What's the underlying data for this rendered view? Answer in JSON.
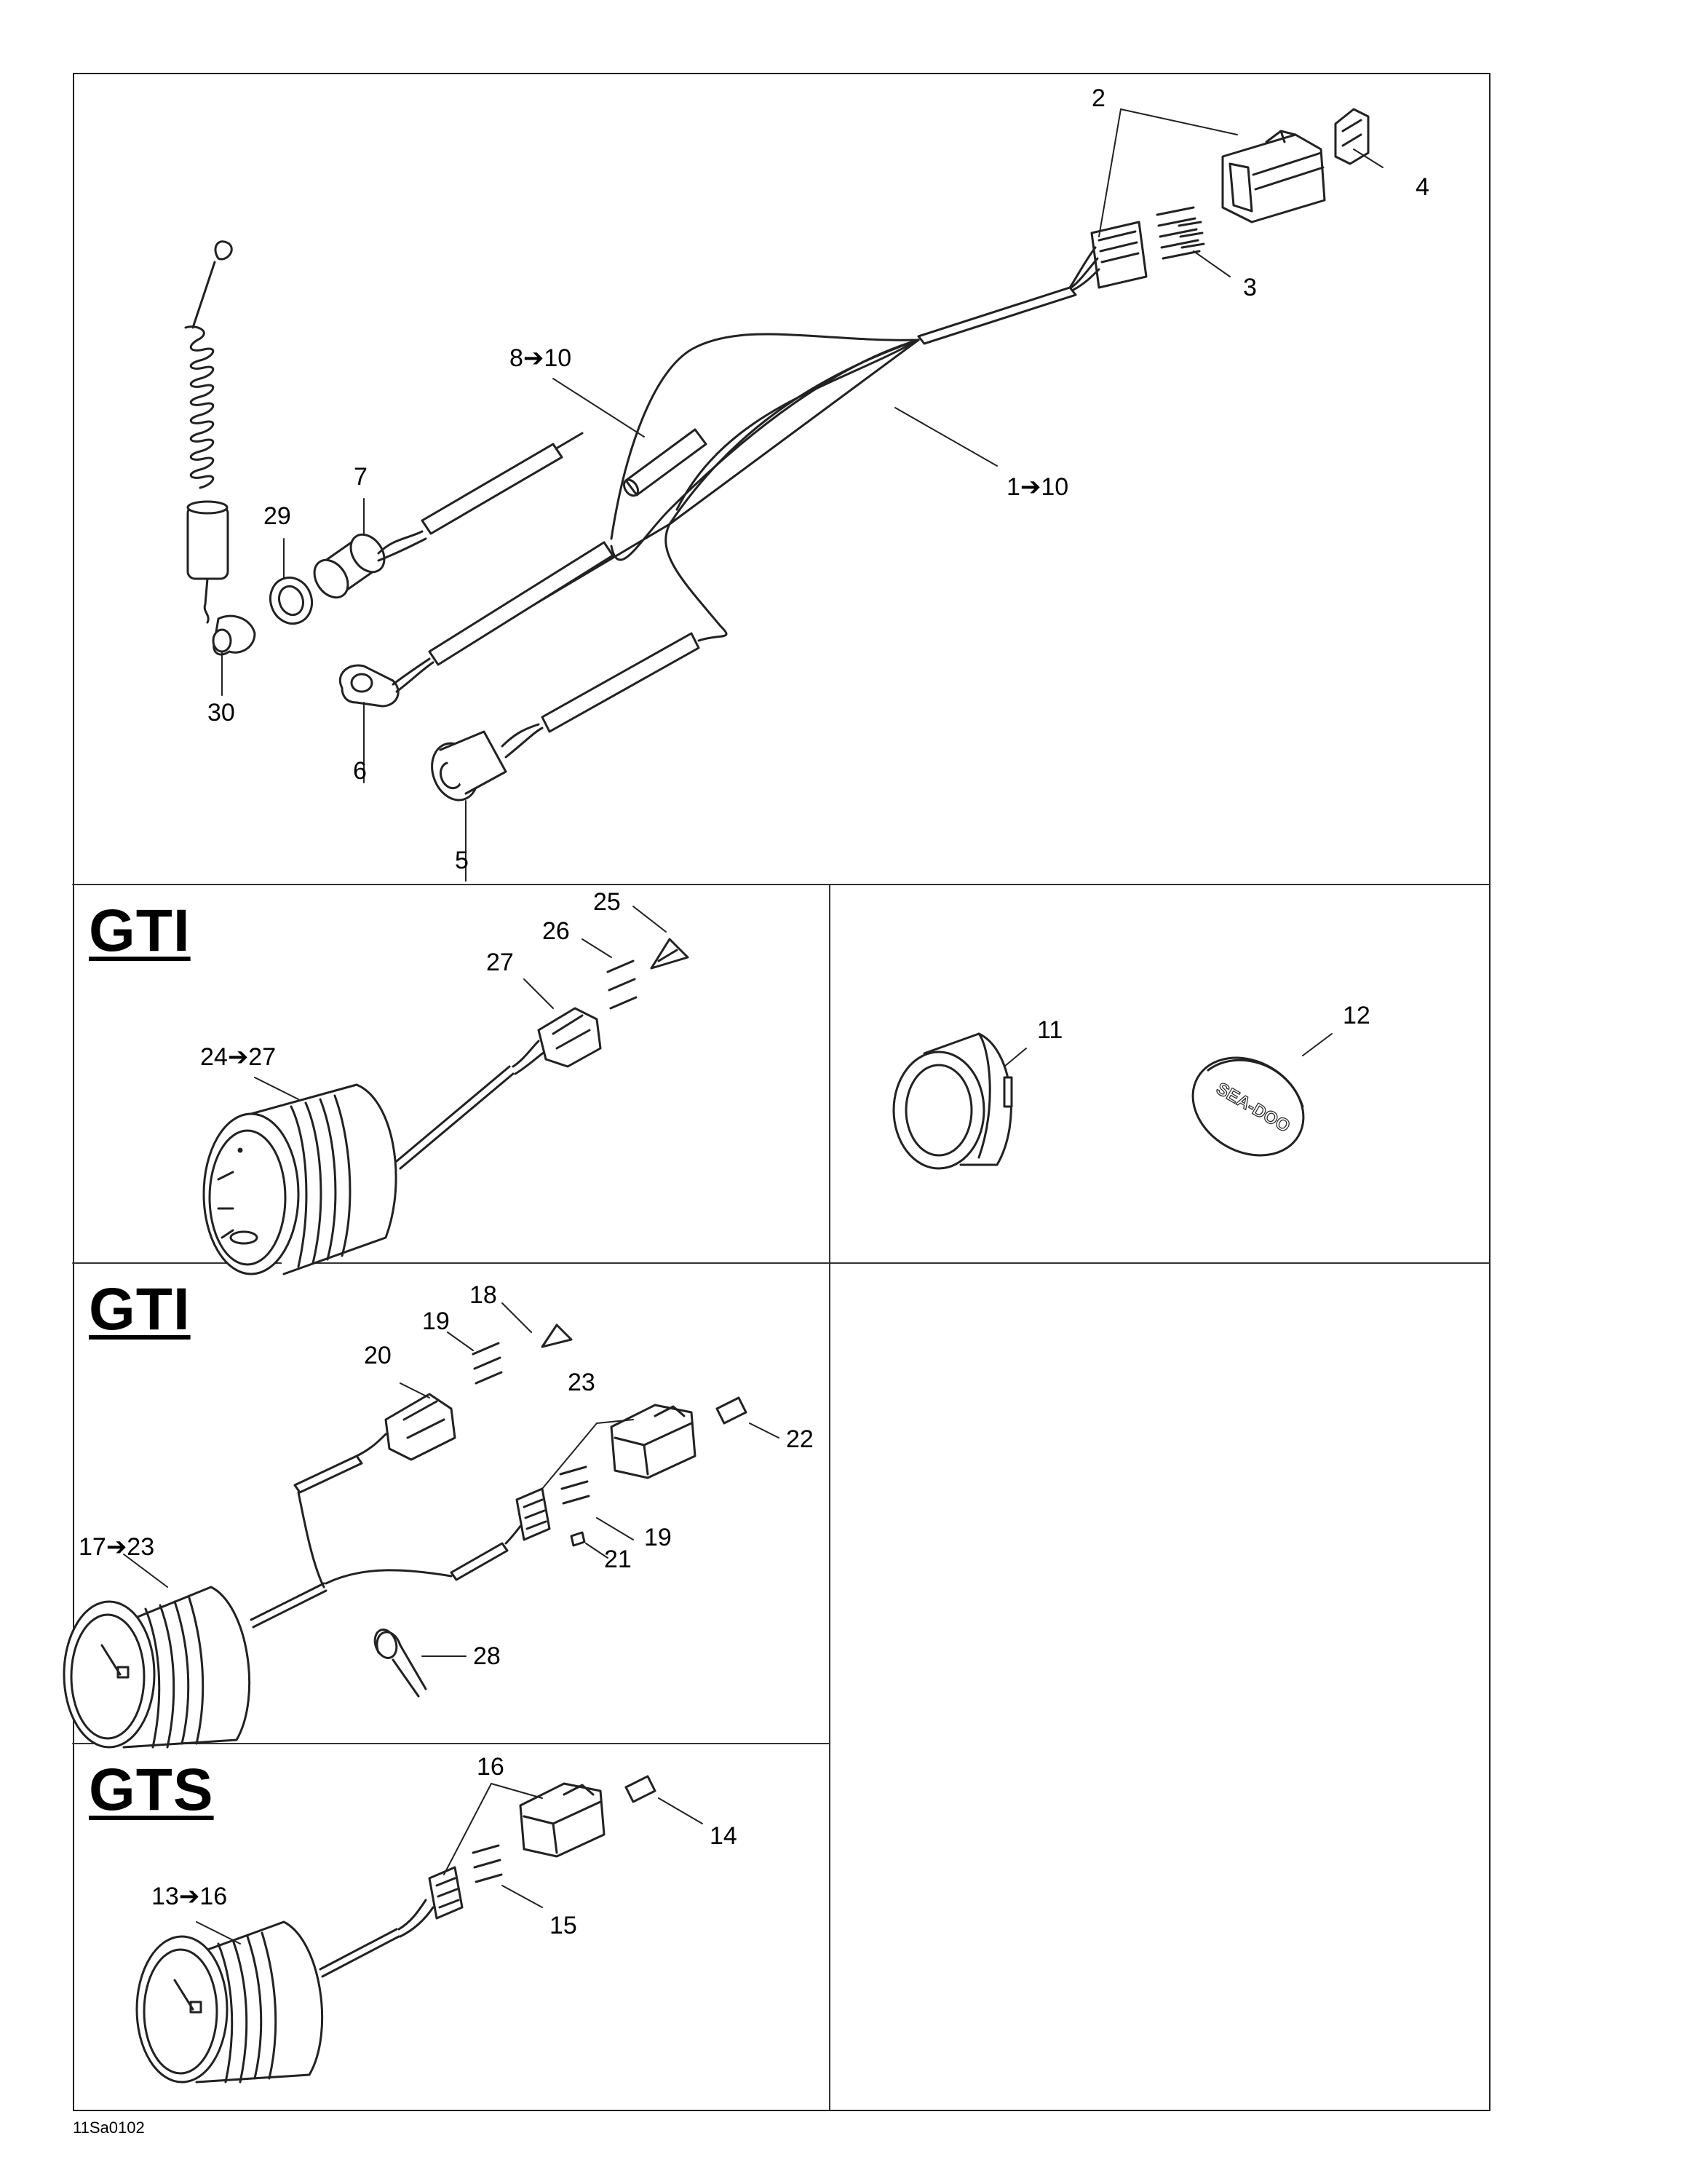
{
  "sections": {
    "gti_top_label": "GTI",
    "gti_middle_label": "GTI",
    "gts_label": "GTS"
  },
  "callouts": {
    "c1": "1➔10",
    "c2": "2",
    "c3": "3",
    "c4": "4",
    "c5": "5",
    "c6": "6",
    "c7": "7",
    "c8": "8➔10",
    "c29": "29",
    "c30": "30",
    "c11": "11",
    "c12": "12",
    "c24": "24➔27",
    "c25": "25",
    "c26": "26",
    "c27": "27",
    "c17": "17➔23",
    "c18": "18",
    "c19a": "19",
    "c19b": "19",
    "c20": "20",
    "c21": "21",
    "c22": "22",
    "c23": "23",
    "c28": "28",
    "c13": "13➔16",
    "c14": "14",
    "c15": "15",
    "c16": "16"
  },
  "cap_logo_text": "SEA-DOO",
  "figure_code": "11Sa0102"
}
